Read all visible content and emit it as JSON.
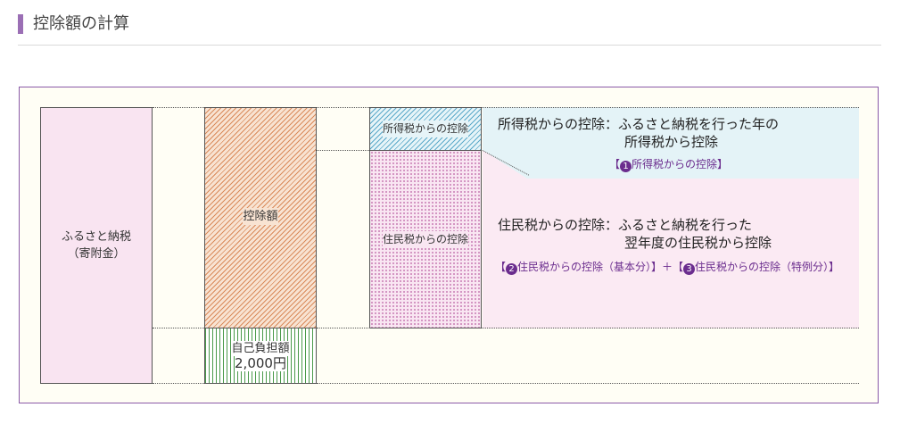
{
  "heading": {
    "title": "控除額の計算"
  },
  "blocks": {
    "furusato": {
      "line1": "ふるさと納税",
      "line2": "（寄附金）"
    },
    "koujo": {
      "label": "控除額"
    },
    "jiko": {
      "line1": "自己負担額",
      "line2": "2,000円"
    },
    "shotoku": {
      "label": "所得税からの控除"
    },
    "jumin": {
      "label": "住民税からの控除"
    }
  },
  "explanations": {
    "shotoku": {
      "term": "所得税からの控除：",
      "line1": "ふるさと納税を行った年の",
      "line2": "所得税から控除",
      "ref_open": "【",
      "ref_num": "1",
      "ref_text": "所得税からの控除】"
    },
    "jumin": {
      "term": "住民税からの控除：",
      "line1": "ふるさと納税を行った",
      "line2": "翌年度の住民税から控除",
      "ref_a_open": "【",
      "ref_a_num": "2",
      "ref_a_text": "住民税からの控除（基本分）】＋【",
      "ref_b_num": "3",
      "ref_b_text": "住民税からの控除（特例分）】"
    }
  },
  "colors": {
    "accent": "#9b6fb5",
    "reference_text": "#6b2d8e",
    "furusato_fill": "#f9e4f1",
    "koujo_hatch": "#d98a5a",
    "jiko_stripe": "#4a9a4a",
    "shotoku_hatch": "#5ba9c9",
    "jumin_dots": "#c77bb3"
  }
}
